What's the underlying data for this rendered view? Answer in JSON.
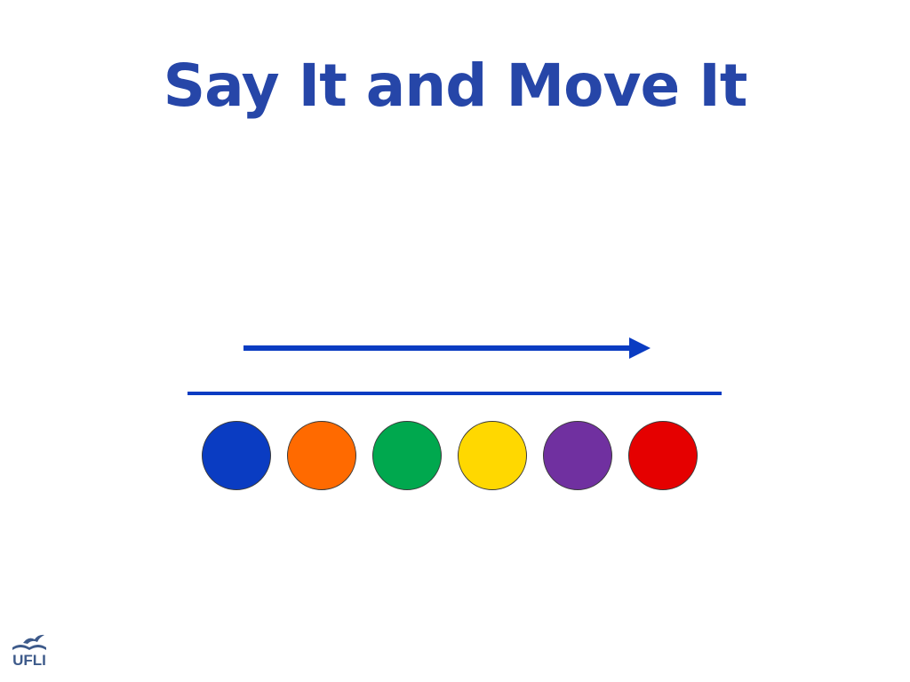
{
  "slide": {
    "title": "Say It and Move It"
  },
  "chips": [
    {
      "name": "blue-chip",
      "color": "#0a3cc2"
    },
    {
      "name": "orange-chip",
      "color": "#ff6a00"
    },
    {
      "name": "green-chip",
      "color": "#00a84e"
    },
    {
      "name": "yellow-chip",
      "color": "#ffd800"
    },
    {
      "name": "purple-chip",
      "color": "#7030a0"
    },
    {
      "name": "red-chip",
      "color": "#e50000"
    }
  ],
  "colors": {
    "title": "#2646a8",
    "arrow": "#0a3cc2",
    "divider": "#0a3cc2",
    "logo": "#3d5a8a"
  },
  "logo": {
    "text": "UFLI",
    "icon": "open-book-bird-icon"
  }
}
